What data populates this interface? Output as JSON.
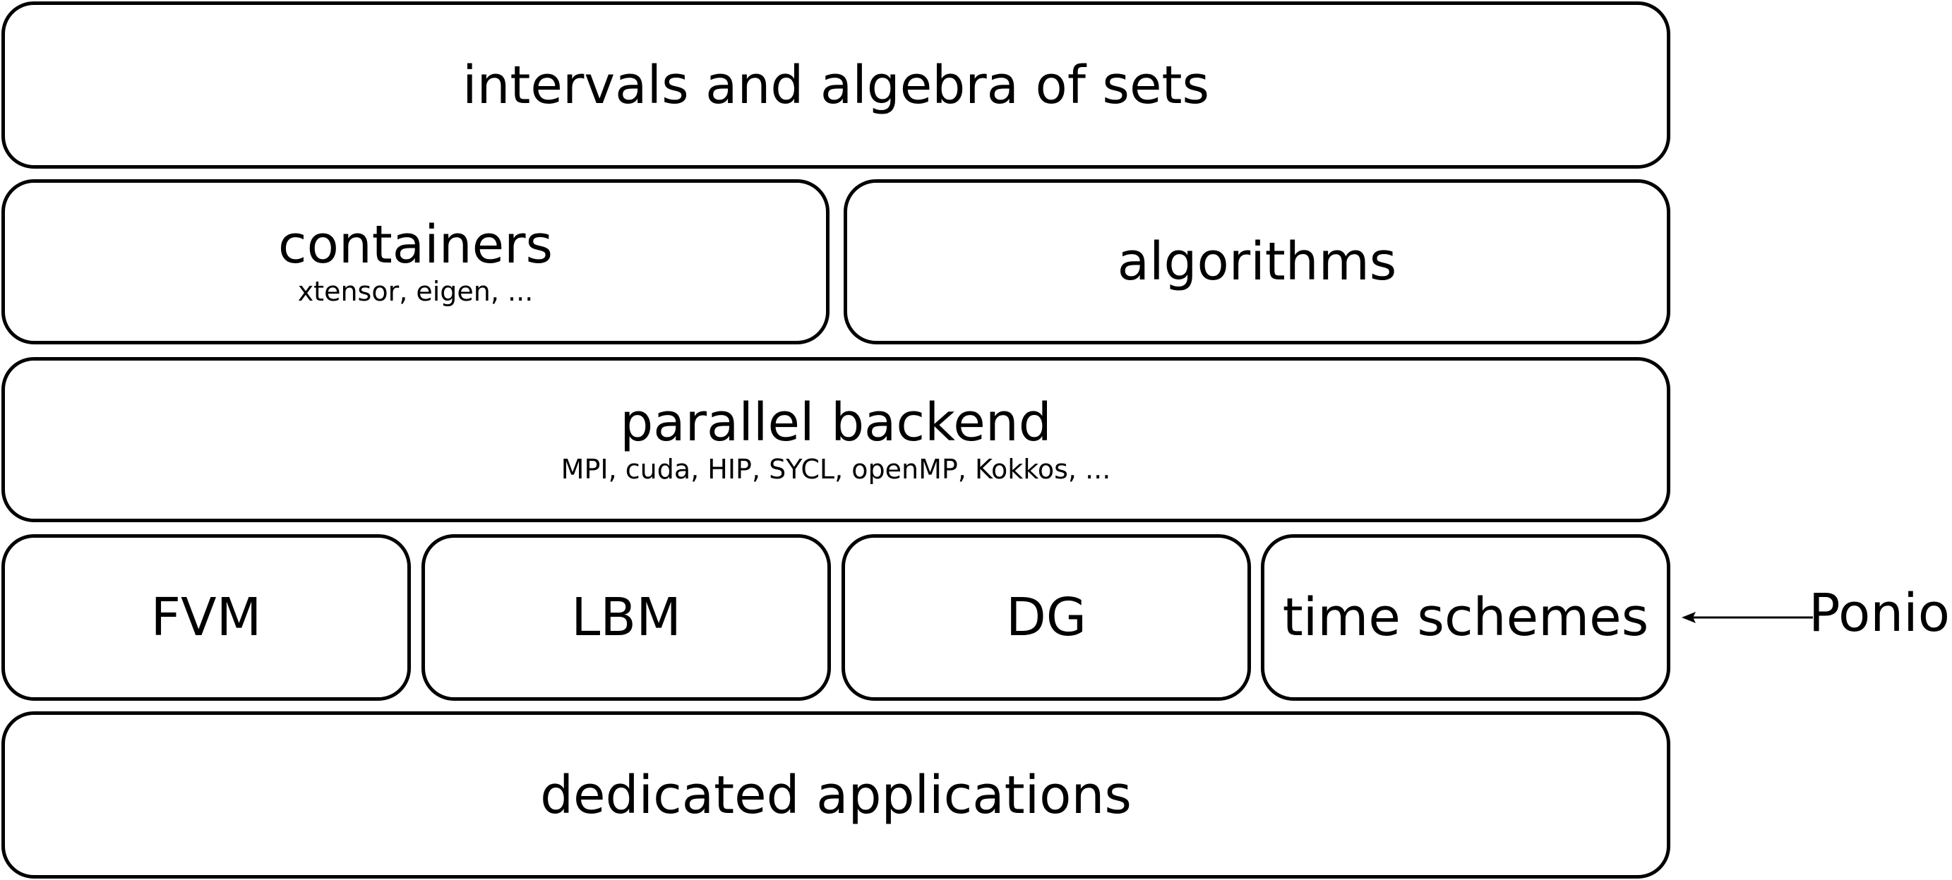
{
  "layers": {
    "top": {
      "title": "intervals and algebra of sets"
    },
    "containers": {
      "title": "containers",
      "subtitle": "xtensor, eigen, ..."
    },
    "algorithms": {
      "title": "algorithms"
    },
    "parallel_backend": {
      "title": "parallel backend",
      "subtitle": "MPI, cuda, HIP, SYCL, openMP, Kokkos, ..."
    },
    "methods": [
      {
        "title": "FVM"
      },
      {
        "title": "LBM"
      },
      {
        "title": "DG"
      },
      {
        "title": "time schemes"
      }
    ],
    "bottom": {
      "title": "dedicated applications"
    }
  },
  "external": {
    "label": "Ponio",
    "points_to": "time schemes"
  }
}
